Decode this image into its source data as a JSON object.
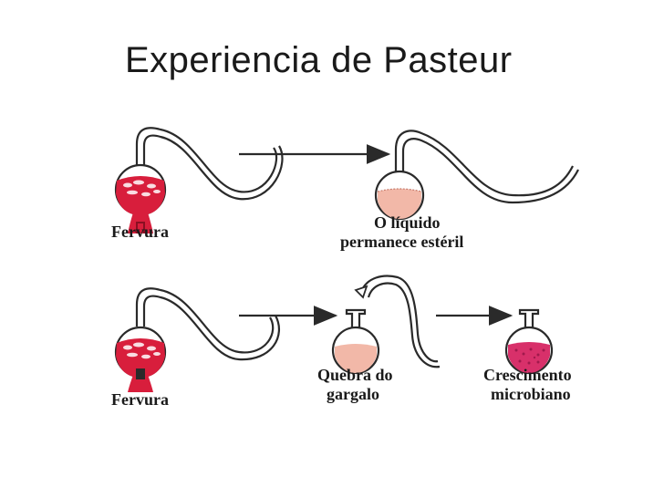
{
  "slide": {
    "title": "Experiencia de Pasteur"
  },
  "diagram": {
    "row1": {
      "step1_label": "Fervura",
      "step2_label_line1": "O líquido",
      "step2_label_line2": "permanece estéril"
    },
    "row2": {
      "step1_label": "Fervura",
      "step2_label_line1": "Quebra do",
      "step2_label_line2": "gargalo",
      "step3_label_line1": "Crescimento",
      "step3_label_line2": "microbiano"
    },
    "colors": {
      "boiling_liquid": "#d81e3c",
      "sterile_liquid": "#f2b8a8",
      "contaminated_liquid": "#d8306a",
      "outline": "#2a2a2a"
    }
  }
}
